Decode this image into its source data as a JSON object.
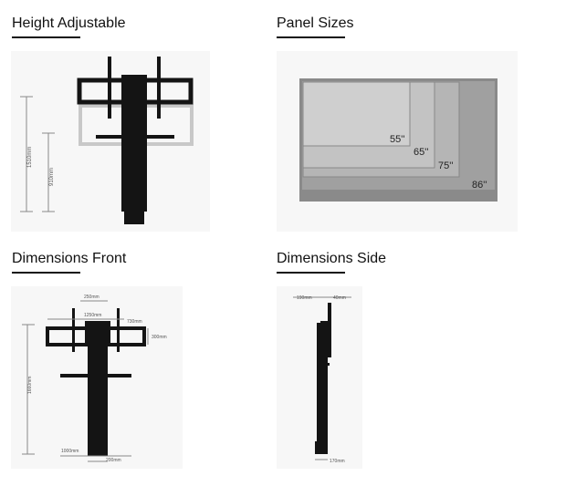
{
  "sections": {
    "height": {
      "title": "Height Adjustable",
      "labels": {
        "total": "1510mm",
        "travel": "910mm"
      }
    },
    "panels": {
      "title": "Panel Sizes",
      "sizes": [
        "55''",
        "65''",
        "75''",
        "86''"
      ]
    },
    "front": {
      "title": "Dimensions Front",
      "labels": {
        "top": "250mm",
        "width": "1250mm",
        "offset": "730mm",
        "bracket": "300mm",
        "height": "1660mm",
        "base_width": "1000mm",
        "base": "200mm"
      }
    },
    "side": {
      "title": "Dimensions Side",
      "labels": {
        "depth": "190mm",
        "mount": "40mm",
        "base": "170mm"
      }
    }
  },
  "colors": {
    "heading": "#111111",
    "mount": "#141414",
    "ghost": "#c8c8c8",
    "screen": "#8a8a8a"
  }
}
